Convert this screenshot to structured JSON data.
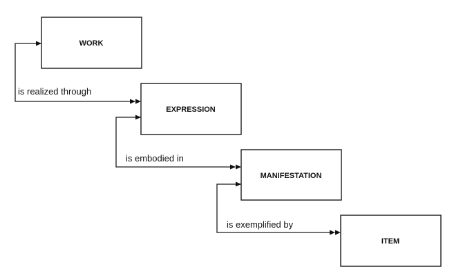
{
  "entities": [
    {
      "id": "work",
      "label": "WORK"
    },
    {
      "id": "expression",
      "label": "EXPRESSION"
    },
    {
      "id": "manifestation",
      "label": "MANIFESTATION"
    },
    {
      "id": "item",
      "label": "ITEM"
    }
  ],
  "relationships": [
    {
      "label": "is realized through",
      "from": "work",
      "to": "expression",
      "arrow": "double"
    },
    {
      "label": "is embodied in",
      "from": "expression",
      "to": "manifestation",
      "arrow": "double"
    },
    {
      "label": "is exemplified by",
      "from": "manifestation",
      "to": "item",
      "arrow": "double"
    }
  ]
}
